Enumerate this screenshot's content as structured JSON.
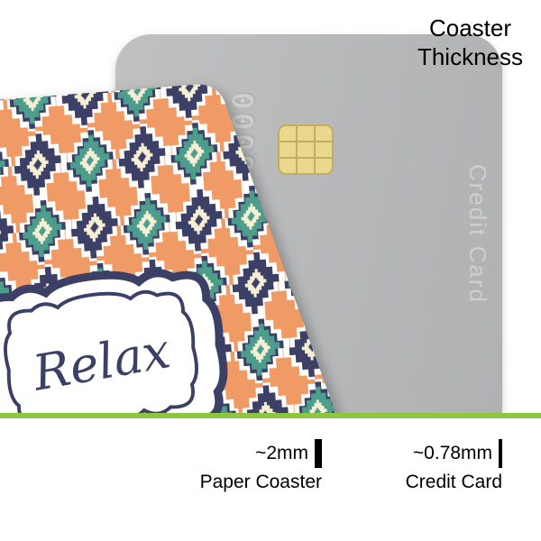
{
  "title": {
    "line1": "Coaster",
    "line2": "Thickness"
  },
  "card": {
    "number": "0000",
    "label": "Credit Card"
  },
  "coaster": {
    "label_text": "Relax"
  },
  "measurements": [
    {
      "value": "~2mm",
      "label": "Paper Coaster"
    },
    {
      "value": "~0.78mm",
      "label": "Credit Card"
    }
  ],
  "colors": {
    "orange": "#F09A65",
    "navy": "#3E4166",
    "teal": "#4E9D8C",
    "cream": "#F5EFD3",
    "white": "#FFFFFF",
    "card": "#B7B8B9",
    "card_text": "#CFCFCF",
    "chip": "#EAD88F",
    "chip_line": "#C2AE5E",
    "green": "#8DC63F",
    "black": "#000000"
  }
}
